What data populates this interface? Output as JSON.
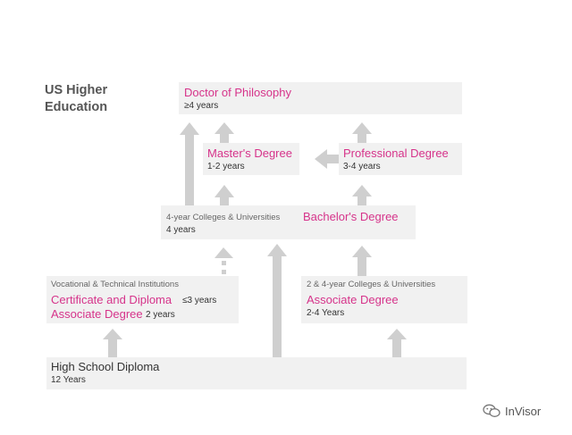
{
  "title": {
    "line1": "US Higher",
    "line2": "Education"
  },
  "phd": {
    "name": "Doctor of Philosophy",
    "years": "≥4 years"
  },
  "masters": {
    "name": "Master's Degree",
    "years": "1-2 years"
  },
  "professional": {
    "name": "Professional Degree",
    "years": "3-4 years"
  },
  "bachelor": {
    "prefix": "4-year Colleges & Universities",
    "name": "Bachelor's Degree",
    "years": "4 years"
  },
  "vocational": {
    "header": "Vocational & Technical Institutions",
    "cert_name": "Certificate and Diploma",
    "cert_years": "≤3 years",
    "assoc_name": "Associate Degree",
    "assoc_years": "2 years"
  },
  "community": {
    "header": "2 & 4-year Colleges & Universities",
    "name": "Associate Degree",
    "years": "2-4 Years"
  },
  "highschool": {
    "name": "High School Diploma",
    "years": "12 Years"
  },
  "watermark": "InVisor",
  "colors": {
    "accent": "#d6338a",
    "box": "#f1f1f1",
    "arrow": "#cfcfcf"
  }
}
